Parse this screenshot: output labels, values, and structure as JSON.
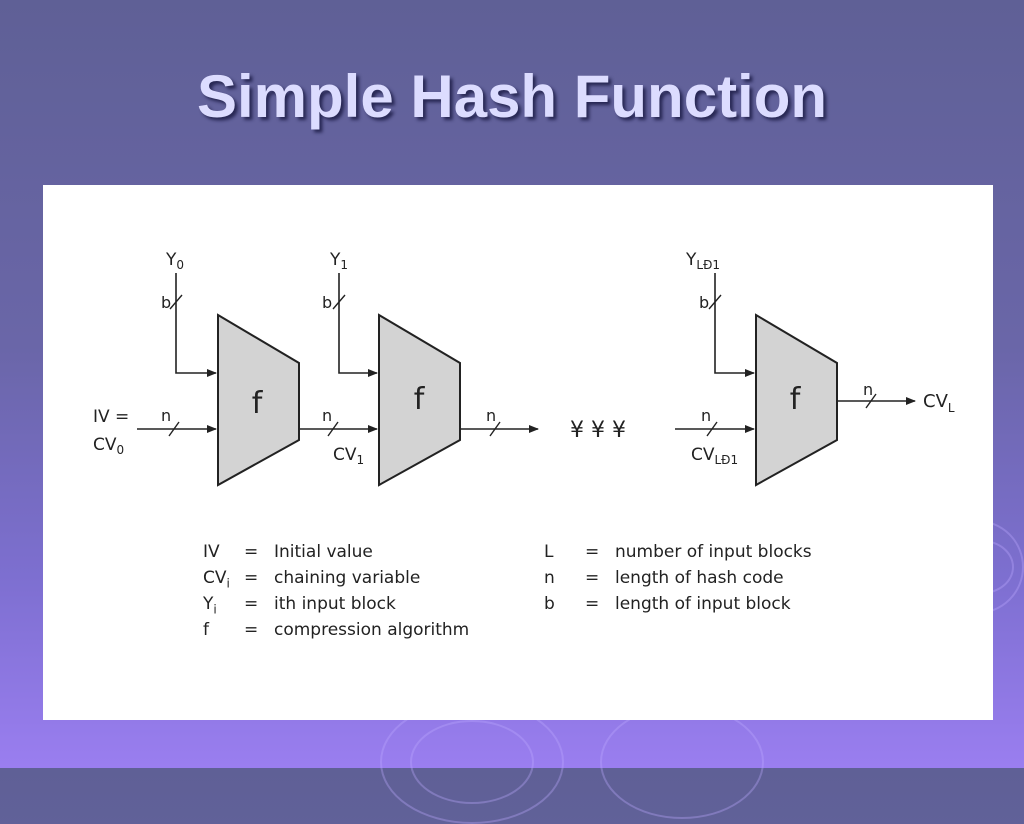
{
  "slide": {
    "title": "Simple Hash Function"
  },
  "diagram": {
    "inputs": [
      {
        "main": "Y",
        "sub": "0"
      },
      {
        "main": "Y",
        "sub": "1"
      },
      {
        "main": "Y",
        "sub": "LÐ1"
      }
    ],
    "block_label": "f",
    "b_label": "b",
    "n_label": "n",
    "iv_line1": "IV =",
    "iv_line2_main": "CV",
    "iv_line2_sub": "0",
    "cv1_main": "CV",
    "cv1_sub": "1",
    "cvl1_main": "CV",
    "cvl1_sub": "LÐ1",
    "cvl_main": "CV",
    "cvl_sub": "L",
    "ellipsis": "¥ ¥ ¥"
  },
  "legend": {
    "left": [
      {
        "sym": "IV",
        "sym_sub": "",
        "eq": "=",
        "desc": "Initial value"
      },
      {
        "sym": "CV",
        "sym_sub": "i",
        "eq": "=",
        "desc": "chaining variable"
      },
      {
        "sym": "Y",
        "sym_sub": "i",
        "eq": "=",
        "desc": "ith input block"
      },
      {
        "sym": "f",
        "sym_sub": "",
        "eq": "=",
        "desc": "compression algorithm"
      }
    ],
    "right": [
      {
        "sym": "L",
        "sym_sub": "",
        "eq": "=",
        "desc": "number of input blocks"
      },
      {
        "sym": "n",
        "sym_sub": "",
        "eq": "=",
        "desc": "length of hash code"
      },
      {
        "sym": "b",
        "sym_sub": "",
        "eq": "=",
        "desc": "length of input block"
      }
    ]
  },
  "colors": {
    "block_fill": "#d3d3d3",
    "stroke": "#222222"
  }
}
